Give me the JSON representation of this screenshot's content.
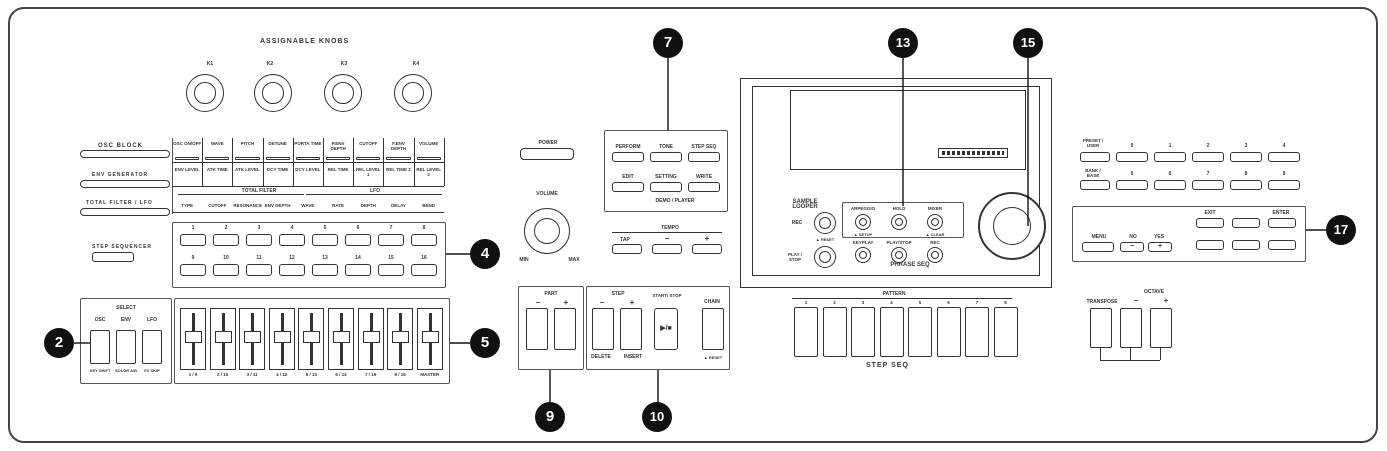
{
  "header": {
    "assignable_knobs": "ASSIGNABLE KNOBS"
  },
  "knobs": [
    "K1",
    "K2",
    "K3",
    "K4"
  ],
  "osc_block_label": "OSC BLOCK",
  "env_generator_label": "ENV GENERATOR",
  "total_filter_lfo_label": "TOTAL FILTER / LFO",
  "step_sequencer_label": "STEP SEQUENCER",
  "param_row1": [
    "OSC ON/OFF",
    "WAVE",
    "PITCH",
    "DETUNE",
    "PORTA TIME",
    "P.ENV DEPTH",
    "CUTOFF",
    "F.ENV DEPTH",
    "VOLUME"
  ],
  "param_row2": [
    "ENV LEVEL",
    "ATK TIME",
    "ATK LEVEL",
    "DCY TIME",
    "DCY LEVEL",
    "REL TIME",
    "REL LEVEL 1",
    "REL TIME 2",
    "REL LEVEL 2"
  ],
  "total_filter_title": "TOTAL FILTER",
  "lfo_title": "LFO",
  "param_row3": [
    "TYPE",
    "CUTOFF",
    "RESONANCE",
    "ENV DEPTH",
    "WAVE",
    "RATE",
    "DEPTH",
    "DELAY",
    "BEND"
  ],
  "step_row1": [
    "1",
    "2",
    "3",
    "4",
    "5",
    "6",
    "7",
    "8"
  ],
  "step_row2": [
    "9",
    "10",
    "11",
    "12",
    "13",
    "14",
    "15",
    "16"
  ],
  "select": {
    "title": "SELECT",
    "labels": [
      "OSC",
      "ENV",
      "LFO"
    ],
    "sub": [
      "KEY SHIFT",
      "SOLOR A/B",
      "FX SKIP"
    ]
  },
  "fader_labels": [
    "1 / 9",
    "2 / 10",
    "3 / 11",
    "4 / 12",
    "5 / 13",
    "6 / 14",
    "7 / 15",
    "8 / 16",
    "MASTER"
  ],
  "power": "POWER",
  "volume": {
    "label": "VOLUME",
    "min": "MIN",
    "max": "MAX"
  },
  "mode_buttons_top": [
    "PERFORM",
    "TONE",
    "STEP SEQ"
  ],
  "mode_buttons_bottom": [
    "EDIT",
    "SETTING",
    "WRITE"
  ],
  "demo_player": "DEMO / PLAYER",
  "tempo": {
    "label": "TEMPO",
    "tap": "TAP",
    "minus": "−",
    "plus": "+"
  },
  "part": {
    "label": "PART",
    "minus": "−",
    "plus": "+"
  },
  "step": {
    "label": "STEP",
    "minus": "−",
    "plus": "+",
    "start_stop": "START/ STOP",
    "play_stop": "▶/■",
    "chain": "CHAIN",
    "delete": "DELETE",
    "insert": "INSERT",
    "reset": "▲ RESET"
  },
  "sample_looper": {
    "label": "SAMPLE LOOPER",
    "rec": "REC",
    "play_stop": "PLAY / STOP",
    "reset": "▲ RESET"
  },
  "arp_buttons": [
    "ARPEGGIO",
    "HOLD",
    "MIXER"
  ],
  "arp_sub": [
    "▲ SETUP",
    "",
    "▲ CLEAR"
  ],
  "phrase_buttons": [
    "KEYPLAY",
    "PLAY/STOP",
    "REC"
  ],
  "phrase_seq": "PHRASE SEQ",
  "pattern_label": "PATTERN",
  "pattern_numbers": [
    "1",
    "2",
    "3",
    "4",
    "5",
    "6",
    "7",
    "8"
  ],
  "step_seq_label": "STEP SEQ",
  "preset_user": "PRESET / USER",
  "num_row1": [
    "0",
    "1",
    "2",
    "3",
    "4"
  ],
  "bank_base": "BANK / BASE",
  "num_row2": [
    "5",
    "6",
    "7",
    "8",
    "9"
  ],
  "nav": {
    "exit": "EXIT",
    "enter": "ENTER",
    "menu": "MENU",
    "no": "NO",
    "yes": "YES",
    "minus": "−",
    "plus": "+"
  },
  "transpose": "TRANSPOSE",
  "octave": {
    "label": "OCTAVE",
    "minus": "−",
    "plus": "+"
  },
  "callouts": [
    "2",
    "4",
    "5",
    "7",
    "9",
    "10",
    "13",
    "15",
    "17"
  ]
}
